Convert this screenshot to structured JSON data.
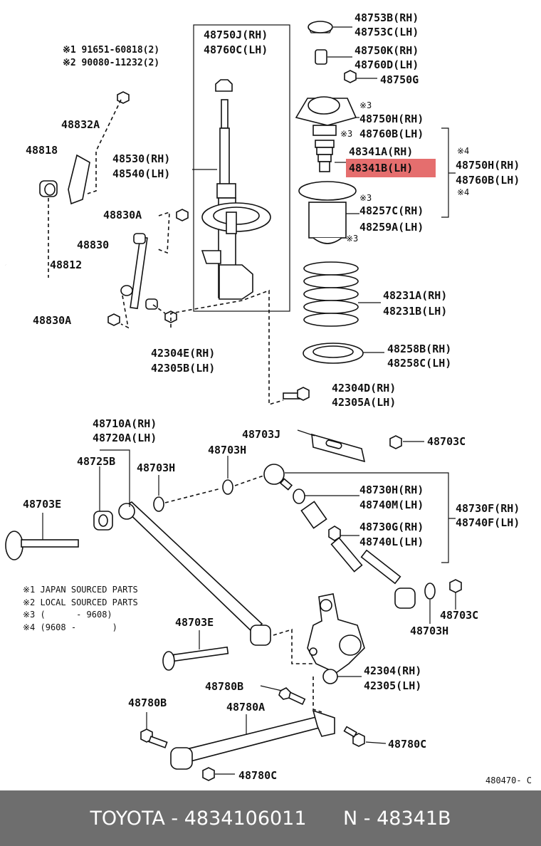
{
  "labels": {
    "l48753b": "48753B(RH)",
    "l48753c": "48753C(LH)",
    "l48750j": "48750J(RH)",
    "l48760c": "48760C(LH)",
    "l48750k": "48750K(RH)",
    "l48760d": "48760D(LH)",
    "l48750g": "48750G",
    "l91651": "※1 91651-60818(2)",
    "l90080": "※2 90080-11232(2)",
    "mark3a": "※3",
    "l48750h_1": "48750H(RH)",
    "mark3b": "※3",
    "l48760b_1": "48760B(LH)",
    "l48832a": "48832A",
    "l48818": "48818",
    "l48530": "48530(RH)",
    "l48540": "48540(LH)",
    "l48341a": "48341A(RH)",
    "l48341b": "48341B(LH)",
    "mark4a": "※4",
    "l48750h_2": "48750H(RH)",
    "l48760b_2": "48760B(LH)",
    "mark4b": "※4",
    "l48830a_1": "48830A",
    "mark3c": "※3",
    "l48257c": "48257C(RH)",
    "l48259a": "48259A(LH)",
    "mark3d": "※3",
    "l48830": "48830",
    "l48812": "48812",
    "l48231a": "48231A(RH)",
    "l48231b": "48231B(LH)",
    "l48830a_2": "48830A",
    "l42304e": "42304E(RH)",
    "l42305b": "42305B(LH)",
    "l48258b": "48258B(RH)",
    "l48258c": "48258C(LH)",
    "l42304d": "42304D(RH)",
    "l42305a": "42305A(LH)",
    "l48710a": "48710A(RH)",
    "l48720a": "48720A(LH)",
    "l48703j": "48703J",
    "l48703c_1": "48703C",
    "l48725b": "48725B",
    "l48703h_1": "48703H",
    "l48703h_2": "48703H",
    "l48730h": "48730H(RH)",
    "l48740m": "48740M(LH)",
    "l48730f": "48730F(RH)",
    "l48740f": "48740F(LH)",
    "l48703e_1": "48703E",
    "l48730g": "48730G(RH)",
    "l48740l": "48740L(LH)",
    "l48703c_2": "48703C",
    "l48703h_3": "48703H",
    "l48703e_2": "48703E",
    "l42304": "42304(RH)",
    "l42305": "42305(LH)",
    "l48780b_1": "48780B",
    "l48780b_2": "48780B",
    "l48780a": "48780A",
    "l48780c_1": "48780C",
    "l48780c_2": "48780C",
    "fig": "480470- C"
  },
  "notes": [
    "※1 JAPAN SOURCED PARTS",
    "※2 LOCAL SOURCED PARTS",
    "※3 (      - 9608)",
    "※4 (9608 -       )"
  ],
  "highlight": {
    "part": "48341B(LH)",
    "color": "#e05555"
  },
  "footer": {
    "text": "TOYOTA - 4834106011      N - 48341B"
  },
  "colors": {
    "ink": "#111111",
    "footer_bg": "#6e6e6e",
    "footer_text": "#ffffff"
  }
}
